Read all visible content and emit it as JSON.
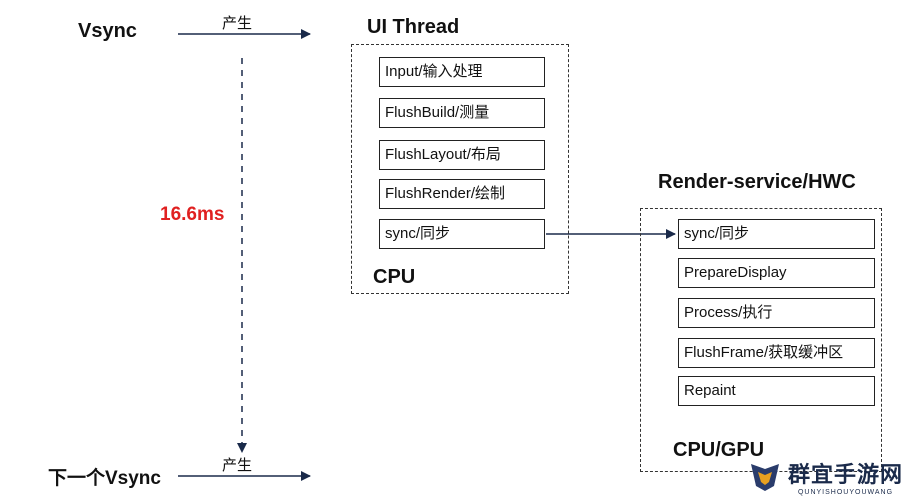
{
  "vsync": {
    "top_label": "Vsync",
    "produce_top": "产生",
    "bottom_label": "下一个Vsync",
    "produce_bottom": "产生",
    "interval": "16.6ms",
    "interval_color": "#e02020"
  },
  "ui_thread": {
    "title": "UI Thread",
    "footer": "CPU",
    "steps": [
      "Input/输入处理",
      "FlushBuild/测量",
      "FlushLayout/布局",
      "FlushRender/绘制",
      "sync/同步"
    ]
  },
  "render_service": {
    "title": "Render-service/HWC",
    "footer": "CPU/GPU",
    "steps": [
      "sync/同步",
      "PrepareDisplay",
      "Process/执行",
      "FlushFrame/获取缓冲区",
      "Repaint"
    ]
  },
  "watermark": {
    "title": "群宜手游网",
    "subtitle": "QUNYISHOUYOUWANG",
    "logo_color": "#2a3c6b"
  }
}
